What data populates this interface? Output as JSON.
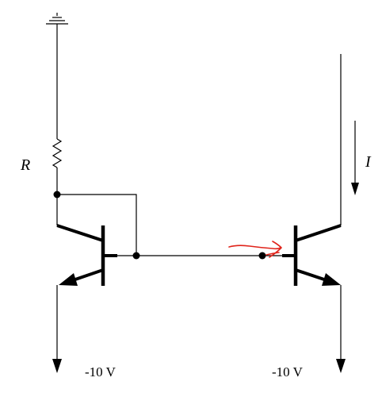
{
  "labels": {
    "resistor": "R",
    "current": "I",
    "supply_left": "-10 V",
    "supply_right": "-10 V"
  },
  "colors": {
    "line": "#000000",
    "annotation": "#e0241b",
    "background": "#ffffff"
  },
  "icons": {
    "top": "ground-icon",
    "bottom_left": "down-arrow-icon",
    "bottom_right": "down-arrow-icon",
    "annotation": "handwritten-arrow-icon"
  }
}
